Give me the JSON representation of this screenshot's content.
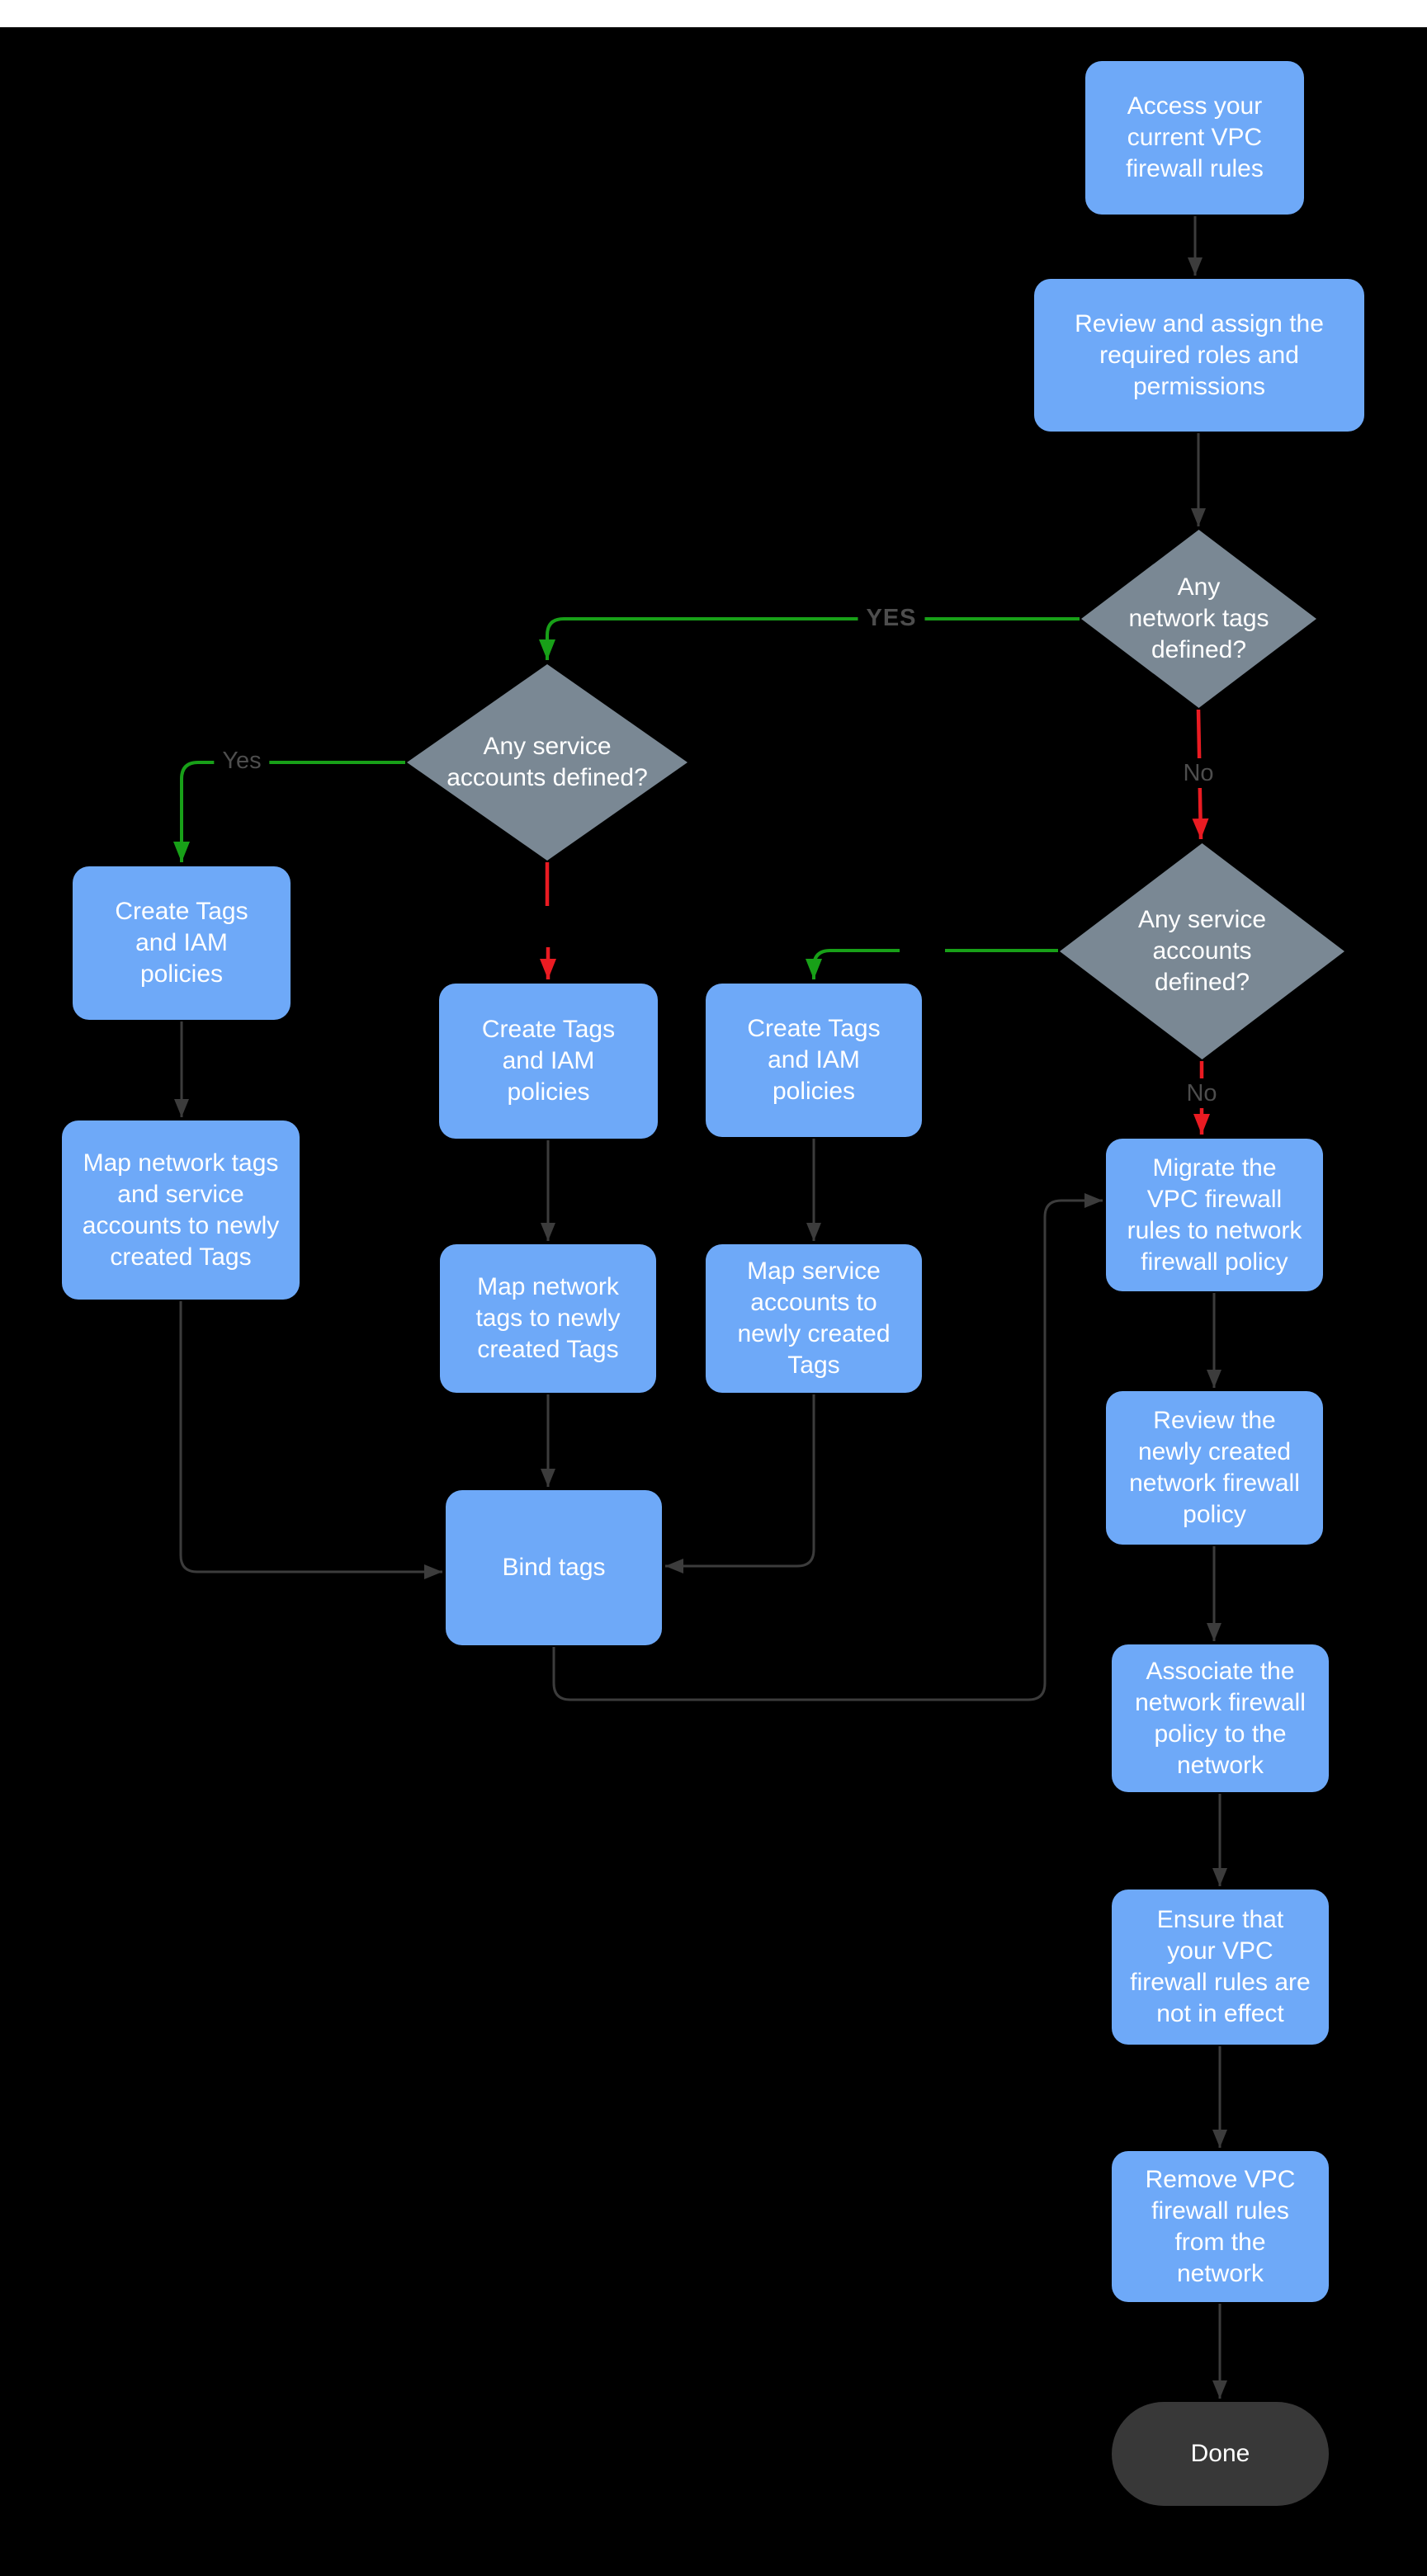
{
  "colors": {
    "process_blue": "#6EA9F8",
    "decision_gray": "#7A8894",
    "terminator_dark": "#383838",
    "edge_dark": "#3C3C3C",
    "yes_green": "#18A018",
    "no_red": "#EA1B22",
    "edge_label_gray": "#4D4D4D",
    "background": "#000000",
    "top_bar_white": "#FFFFFF",
    "node_text": "#FFFFFF"
  },
  "nodes": {
    "access": {
      "type": "process",
      "label": "Access your\ncurrent VPC\nfirewall rules"
    },
    "review_roles": {
      "type": "process",
      "label": "Review and assign the\nrequired roles and\npermissions"
    },
    "network_tags_decision": {
      "type": "decision",
      "label": "Any\nnetwork tags\ndefined?"
    },
    "service_accounts_decision_left": {
      "type": "decision",
      "label": "Any service\naccounts defined?"
    },
    "service_accounts_decision_right": {
      "type": "decision",
      "label": "Any service\naccounts\ndefined?"
    },
    "create_tags_left": {
      "type": "process",
      "label": "Create Tags\nand IAM\npolicies"
    },
    "create_tags_mid": {
      "type": "process",
      "label": "Create Tags\nand IAM\npolicies"
    },
    "create_tags_right": {
      "type": "process",
      "label": "Create Tags\nand IAM\npolicies"
    },
    "map_both": {
      "type": "process",
      "label": "Map network tags\nand service\naccounts to newly\ncreated Tags"
    },
    "map_network": {
      "type": "process",
      "label": "Map network\ntags to newly\ncreated Tags"
    },
    "map_service": {
      "type": "process",
      "label": "Map service\naccounts  to\nnewly created\nTags"
    },
    "bind_tags": {
      "type": "process",
      "label": "Bind tags"
    },
    "migrate": {
      "type": "process",
      "label": "Migrate the\nVPC firewall\nrules to network\nfirewall policy"
    },
    "review_policy": {
      "type": "process",
      "label": "Review the\nnewly created\nnetwork firewall\npolicy"
    },
    "associate": {
      "type": "process",
      "label": "Associate the\nnetwork firewall\npolicy to the\nnetwork"
    },
    "ensure": {
      "type": "process",
      "label": "Ensure that\nyour VPC\nfirewall rules are\nnot in effect"
    },
    "remove": {
      "type": "process",
      "label": "Remove  VPC\nfirewall rules\nfrom the\nnetwork"
    },
    "done": {
      "type": "terminator",
      "label": "Done"
    }
  },
  "edge_labels": {
    "yes_upper": "YES",
    "yes_left": "Yes",
    "no_upper": "No",
    "no_lower": "No"
  },
  "edges": [
    {
      "from": "access",
      "to": "review_roles",
      "color": "dark"
    },
    {
      "from": "review_roles",
      "to": "network_tags_decision",
      "color": "dark"
    },
    {
      "from": "network_tags_decision",
      "to": "service_accounts_decision_left",
      "color": "green",
      "label": "YES"
    },
    {
      "from": "network_tags_decision",
      "to": "service_accounts_decision_right",
      "color": "red",
      "label": "No"
    },
    {
      "from": "service_accounts_decision_left",
      "to": "create_tags_left",
      "color": "green",
      "label": "Yes"
    },
    {
      "from": "service_accounts_decision_left",
      "to": "create_tags_mid",
      "color": "red"
    },
    {
      "from": "service_accounts_decision_right",
      "to": "create_tags_right",
      "color": "green"
    },
    {
      "from": "service_accounts_decision_right",
      "to": "migrate",
      "color": "red",
      "label": "No"
    },
    {
      "from": "create_tags_left",
      "to": "map_both",
      "color": "dark"
    },
    {
      "from": "map_both",
      "to": "bind_tags",
      "color": "dark"
    },
    {
      "from": "create_tags_mid",
      "to": "map_network",
      "color": "dark"
    },
    {
      "from": "map_network",
      "to": "bind_tags",
      "color": "dark"
    },
    {
      "from": "create_tags_right",
      "to": "map_service",
      "color": "dark"
    },
    {
      "from": "map_service",
      "to": "bind_tags",
      "color": "dark"
    },
    {
      "from": "bind_tags",
      "to": "migrate",
      "color": "dark"
    },
    {
      "from": "migrate",
      "to": "review_policy",
      "color": "dark"
    },
    {
      "from": "review_policy",
      "to": "associate",
      "color": "dark"
    },
    {
      "from": "associate",
      "to": "ensure",
      "color": "dark"
    },
    {
      "from": "ensure",
      "to": "remove",
      "color": "dark"
    },
    {
      "from": "remove",
      "to": "done",
      "color": "dark"
    }
  ]
}
